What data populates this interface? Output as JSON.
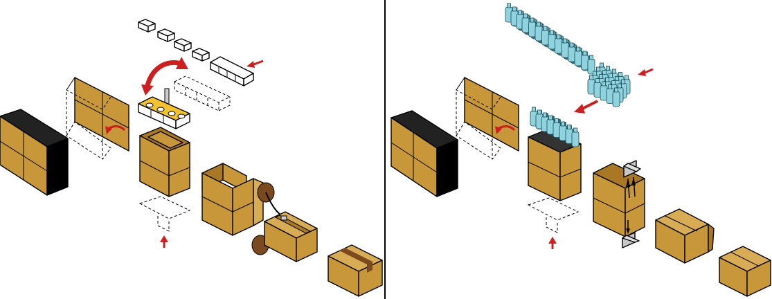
{
  "colors": {
    "cardboard": "#c8973a",
    "cardboard_dark": "#a87826",
    "cardboard_light": "#d8ab55",
    "black": "#000000",
    "white": "#ffffff",
    "arrow_red": "#cc2020",
    "bottle_blue": "#8fd3df",
    "bottle_dark": "#5fb6c6",
    "roller_brown": "#7a4a1e",
    "gripper_yellow": "#f2c230",
    "grey": "#c8c8c8"
  },
  "panels": [
    {
      "name": "robotic-case-packing",
      "icons": [
        "product-boxes",
        "gripper-icon",
        "box-blank-icon",
        "erected-case-icon",
        "tape-sealer-icon",
        "sealed-case-icon"
      ]
    },
    {
      "name": "bottle-case-packing",
      "icons": [
        "bottle-group-icon",
        "box-blank-icon",
        "erected-case-icon",
        "flap-folder-icon",
        "sealed-case-icon"
      ]
    }
  ]
}
